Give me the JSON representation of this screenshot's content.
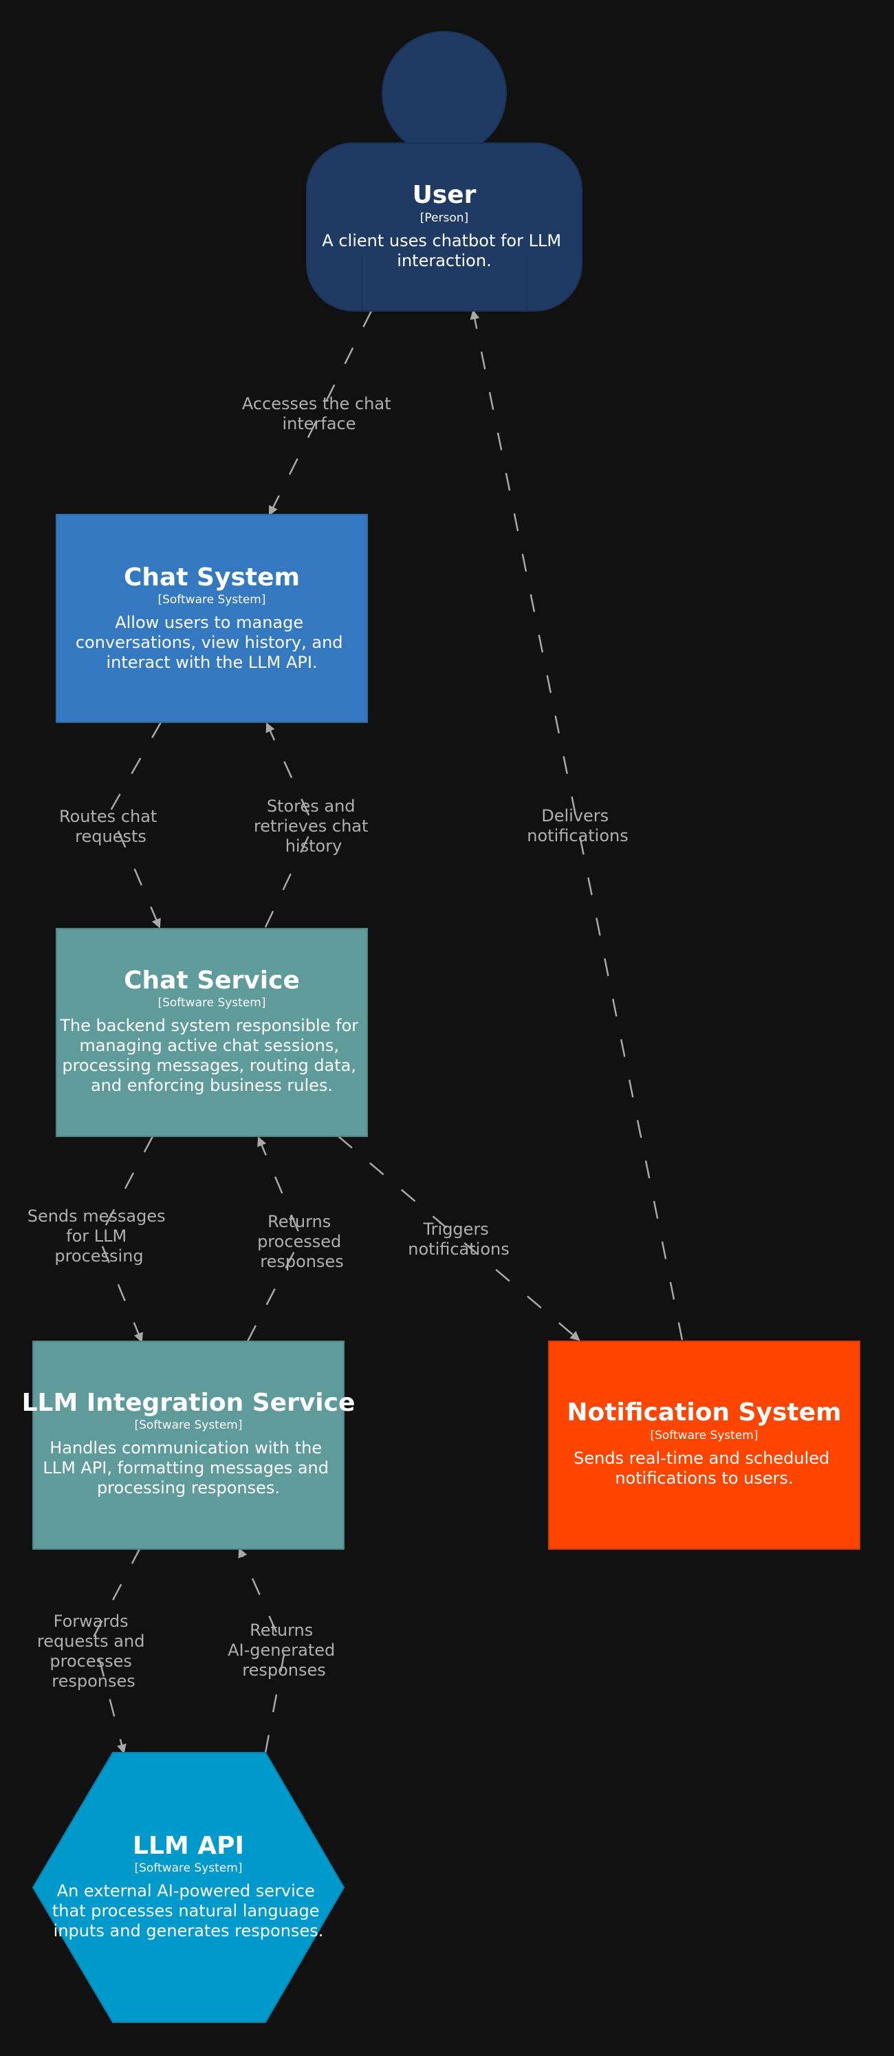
{
  "nodes": {
    "user": {
      "title": "User",
      "type": "[Person]",
      "desc": [
        "A client uses chatbot for LLM",
        "interaction."
      ],
      "color": "#1f3b64"
    },
    "chat_system": {
      "title": "Chat System",
      "type": "[Software System]",
      "desc": [
        "Allow users to manage",
        "conversations, view history, and",
        "interact with the LLM API."
      ],
      "color": "#3479c0"
    },
    "chat_service": {
      "title": "Chat Service",
      "type": "[Software System]",
      "desc": [
        "The backend system responsible for",
        "managing active chat sessions,",
        "processing messages, routing data,",
        "and enforcing business rules."
      ],
      "color": "#5f9b9b"
    },
    "llm_integration": {
      "title": "LLM Integration Service",
      "type": "[Software System]",
      "desc": [
        "Handles communication with the",
        "LLM API, formatting messages and",
        "processing responses."
      ],
      "color": "#5f9b9b"
    },
    "notification": {
      "title": "Notification System",
      "type": "[Software System]",
      "desc": [
        "Sends real-time and scheduled",
        "notifications to users."
      ],
      "color": "#ff4500"
    },
    "llm_api": {
      "title": "LLM API",
      "type": "[Software System]",
      "desc": [
        "An external AI-powered service",
        "that processes natural language",
        "inputs and generates responses."
      ],
      "color": "#0099cc"
    }
  },
  "edges": {
    "user_to_chat_system": [
      "Accesses the chat",
      "interface"
    ],
    "chat_system_to_chat_service": [
      "Routes chat",
      "requests"
    ],
    "chat_service_to_chat_system": [
      "Stores and",
      "retrieves chat",
      "history"
    ],
    "notification_to_user": [
      "Delivers",
      "notifications"
    ],
    "chat_service_to_llm_integration": [
      "Sends messages",
      "for LLM",
      "processing"
    ],
    "llm_integration_to_chat_service": [
      "Returns",
      "processed",
      "responses"
    ],
    "chat_service_to_notification": [
      "Triggers",
      "notifications"
    ],
    "llm_integration_to_llm_api": [
      "Forwards",
      "requests and",
      "processes",
      "responses"
    ],
    "llm_api_to_llm_integration": [
      "Returns",
      "AI-generated",
      "responses"
    ]
  }
}
